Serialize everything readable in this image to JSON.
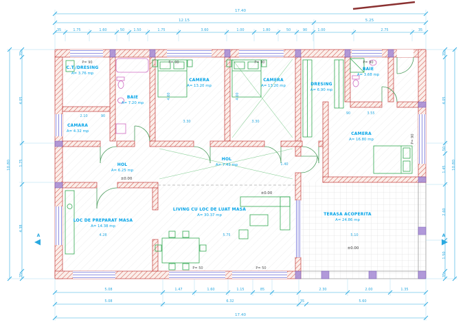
{
  "drawing": {
    "type": "architectural-floor-plan",
    "rooms": [
      {
        "name": "C.T./DRESING",
        "area": "A= 3.76 mp"
      },
      {
        "name": "BAIE",
        "area": "A= 7.20 mp"
      },
      {
        "name": "CAMARA",
        "area": "A= 4.32 mp"
      },
      {
        "name": "CAMERA",
        "area": "A= 13.20 mp"
      },
      {
        "name": "CAMERA",
        "area": "A= 13.20 mp"
      },
      {
        "name": "DRESING",
        "area": "A= 6.90 mp"
      },
      {
        "name": "BAIE",
        "area": "A= 3.68 mp"
      },
      {
        "name": "CAMERA",
        "area": "A= 16.80 mp"
      },
      {
        "name": "HOL",
        "area": "A= 6.25 mp"
      },
      {
        "name": "HOL",
        "area": "A= 7.43 mp"
      },
      {
        "name": "LIVING CU LOC DE LUAT MASA",
        "area": "A= 30.37 mp"
      },
      {
        "name": "LOC DE PREPARAT MASA",
        "area": "A= 14.38 mp"
      },
      {
        "name": "TERASA ACOPERITA",
        "area": "A= 24.86 mp"
      }
    ],
    "dims": {
      "top_total": "17.40",
      "top_row2": [
        "12.15",
        "5.25"
      ],
      "top_row3": [
        "35",
        "1.75",
        "1.60",
        "50",
        "1.50",
        "1.75",
        "3.60",
        "1.00",
        "1.80",
        "50",
        "90",
        "1.00",
        "2.75",
        "35"
      ],
      "bottom_row1": [
        "5.08",
        "1.47",
        "1.60",
        "1.15",
        "85",
        "2.30",
        "2.00",
        "1.35"
      ],
      "bottom_row2": [
        "5.08",
        "6.32",
        "35",
        "5.60"
      ],
      "bottom_total": "17.40",
      "left_total": "10.80",
      "left_chain": [
        "35",
        "4.05",
        "1.75",
        "4.38",
        "35"
      ],
      "right_total": "10.80",
      "right_chain": [
        "35",
        "4.05",
        "50",
        "1.45",
        "2.60",
        "1.50",
        "35"
      ]
    },
    "interior_dims": [
      "4.00",
      "3.30",
      "4.00",
      "3.30",
      "2.10",
      "90",
      "4.28",
      "5.75",
      "5.10",
      "3.55",
      "90",
      "1.40"
    ],
    "annotations": {
      "p90": "P= 90",
      "p50": "P= 50",
      "level": "±0.00",
      "section": "A"
    },
    "colors": {
      "dimension": "#2aa9e0",
      "wall": "#c23b3b",
      "label": "#00a3e8",
      "furniture": "#2fa84f",
      "fixture": "#cf6ac2",
      "window": "#6f6fd8"
    }
  }
}
